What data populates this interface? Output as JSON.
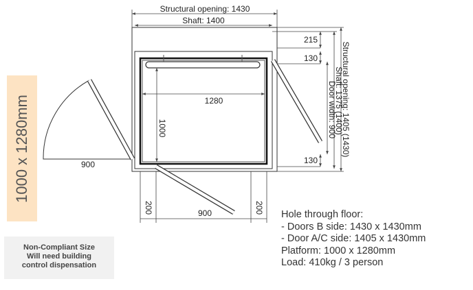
{
  "dimensions": {
    "structural_opening_top": "Structural opening: 1430",
    "shaft_top": "Shaft: 1400",
    "structural_opening_side": "Structural opening: 1405 (1430)",
    "shaft_side": "Shaft: 1375 (1400)",
    "door_width_side": "Door width: 900",
    "dim_215": "215",
    "dim_130_top": "130",
    "dim_130_bottom": "130",
    "dim_1280": "1280",
    "dim_1000": "1000",
    "dim_900_left": "900",
    "dim_200_left": "200",
    "dim_900_bottom": "900",
    "dim_200_right": "200"
  },
  "size_badge": {
    "text": "1000 x 1280mm",
    "color": "#fde3c3"
  },
  "notice": {
    "lines": [
      "Non-Compliant Size",
      "Will need building",
      "control dispensation"
    ],
    "color": "#f1f1f1"
  },
  "specs": {
    "lines": [
      "Hole through floor:",
      "- Doors B side: 1430 x 1430mm",
      "- Door A/C side: 1405 x 1430mm",
      "Platform: 1000 x 1280mm",
      "Load: 410kg / 3 person"
    ]
  }
}
